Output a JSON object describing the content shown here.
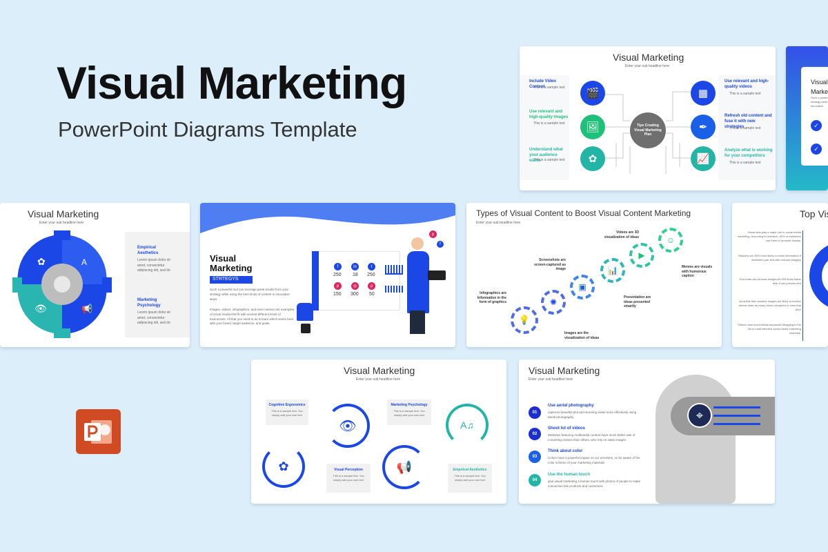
{
  "hero": {
    "title": "Visual Marketing",
    "subtitle": "PowerPoint Diagrams Template"
  },
  "slide_top": {
    "title": "Visual Marketing",
    "subhead": "Enter your sub headline here",
    "left_items": [
      {
        "label": "Include Video Content",
        "text": "This is a sample text"
      },
      {
        "label": "Use relevant and high-quality images",
        "text": "This is a sample text"
      },
      {
        "label": "Understand what your audience wants",
        "text": "This is a sample text"
      }
    ],
    "right_items": [
      {
        "label": "Use relevant and high-quality videos",
        "text": "This is a sample text"
      },
      {
        "label": "Refresh old content and fuse it with new strategies",
        "text": "This is a sample text"
      },
      {
        "label": "Analyze what is working for your competitors",
        "text": "This is a sample text"
      }
    ],
    "center": "Tips Creating Visual Marketing Plan"
  },
  "slide_edge": {
    "title": "Visual Marketing",
    "text": "Such a powerful strategy while innovative"
  },
  "slide_gear": {
    "title": "Visual Marketing",
    "subhead": "Enter your sub headline here",
    "items": [
      {
        "label": "Empirical Aesthetics",
        "text": "Lorem ipsum dolor sit amet, consectetur adipiscing elit, sed do"
      },
      {
        "label": "Marketing Psychology",
        "text": "Lorem ipsum dolor sit amet, consectetur adipiscing elit, sed do"
      }
    ]
  },
  "slide_strat": {
    "title": "Visual Marketing",
    "badge": "STRTEGYS",
    "p1": "Such a powerful tool can leverage great results from your strategy while using the best kinds of content in innovative ways.",
    "p2": "Images, videos, infographics, and even memes are examples of visual media that fit with several different kinds of businesses. All that you need to do is learn which works best with your brand, target audience, and goals.",
    "stats": [
      "250",
      "18",
      "250",
      "150",
      "300",
      "50"
    ]
  },
  "slide_types": {
    "title": "Types of Visual Content to Boost Visual Content Marketing",
    "subhead": "Enter your sub headline here",
    "labels": [
      "Infographics are Information in the form of graphics",
      "Images are the visualization of ideas",
      "Screenshots are screen-captured as image",
      "Presentation are ideas presented smartly",
      "Videos are 3D visualization of ideas",
      "Memes are visuals with humorous caption"
    ]
  },
  "slide_topvis": {
    "title": "Top Vis",
    "items": [
      "Visual aids play a major role in social media marketing. According to research, 80% of marketers use them to promote brands.",
      "Readers are 35% more likely to retain information if marketers pair text with relevant imagery",
      "Your brain can process images 60,000 times faster than it can process text",
      "An article that contains images are likely to receive almost twice as many views compared to ones that don't",
      "Videos have successfully surpassed Blogging in the list of most effective social media marketing channels."
    ]
  },
  "slide_cycle": {
    "title": "Visual Marketing",
    "subhead": "Enter your sub headline here",
    "boxes": [
      {
        "label": "Cognitive Ergonomics",
        "text": "This is a sample text. You simply add your own text"
      },
      {
        "label": "Marketing Psychology",
        "text": "This is a sample text. You simply add your own text"
      },
      {
        "label": "Visual Perception",
        "text": "This is a sample text. You simply add your own text"
      },
      {
        "label": "Empirical Aesthetics",
        "text": "This is a sample text. You simply add your own text"
      }
    ]
  },
  "slide_head": {
    "title": "Visual Marketing",
    "subhead": "Enter your sub headline here",
    "items": [
      {
        "num": "01",
        "label": "Use aerial photography",
        "text": "captures beautiful plot and stunning views more effectively using aerial photography."
      },
      {
        "num": "02",
        "label": "Shoot lot of videos",
        "text": "Websites featuring multimedia content have much better rate of converting visitors than others, who rely on static images."
      },
      {
        "num": "03",
        "label": "Think about color",
        "text": "Colors have a powerful impact on our emotions, so be aware of the color scheme of your marketing materials"
      },
      {
        "num": "04",
        "label": "Use the human touch",
        "text": "give visual marketing a human touch with photos of people to make connection b/w products and customers."
      }
    ]
  },
  "colors": {
    "background": "#dceefa",
    "blue": "#1a47e6",
    "teal": "#22b5a5",
    "green": "#1fc07a",
    "powerpoint": "#d04a24"
  }
}
